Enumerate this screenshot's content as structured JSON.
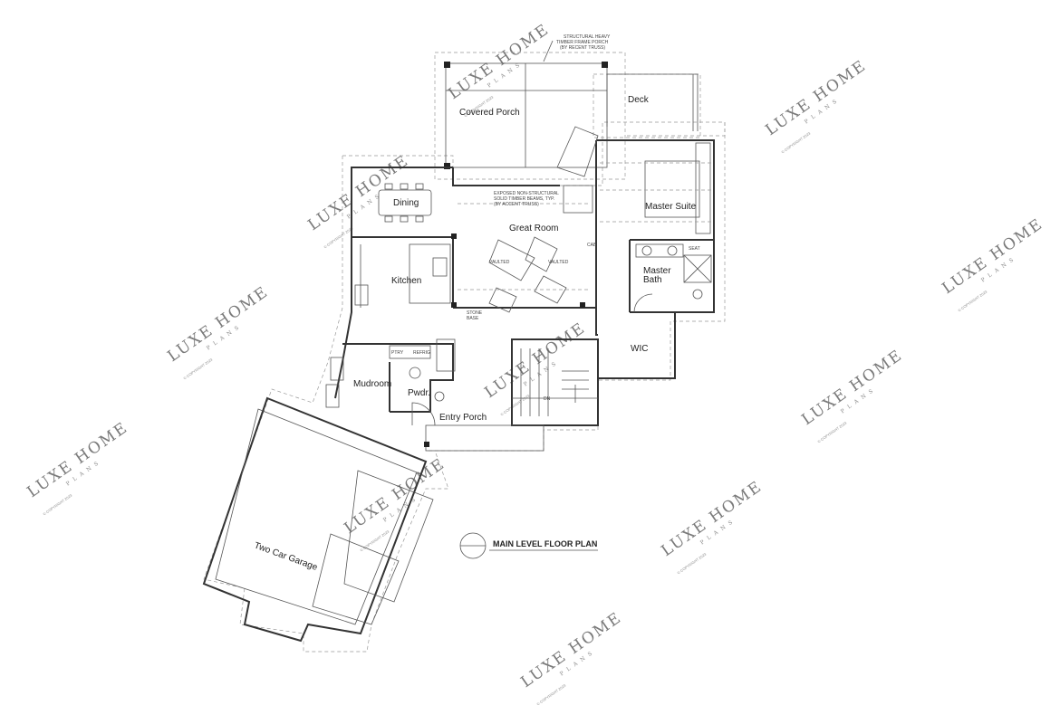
{
  "rooms": {
    "covered_porch": "Covered Porch",
    "deck": "Deck",
    "dining": "Dining",
    "great_room": "Great Room",
    "master_suite": "Master Suite",
    "kitchen": "Kitchen",
    "master_bath_1": "Master",
    "master_bath_2": "Bath",
    "wic": "WIC",
    "mudroom": "Mudroom",
    "pwdr": "Pwdr.",
    "entry_porch": "Entry Porch",
    "garage": "Two Car Garage"
  },
  "notes": {
    "porch_note_1": "STRUCTURAL HEAVY",
    "porch_note_2": "TIMBER FRAME PORCH",
    "porch_note_3": "(BY RECENT TRUSS)",
    "beam_note_1": "EXPOSED NON-STRUCTURAL",
    "beam_note_2": "SOLID TIMBER BEAMS, TYP.",
    "beam_note_3": "(BY ACCENT TRUSS)",
    "stone_base_1": "STONE",
    "stone_base_2": "BASE",
    "pantry": "PTRY",
    "refrig": "REFRIG",
    "vaulted_1": "VAULTED",
    "vaulted_2": "VAULTED",
    "seat": "SEAT",
    "dn": "DN",
    "cab": "CAB"
  },
  "title": "MAIN LEVEL FLOOR PLAN",
  "watermark": {
    "main": "LUXE HOME",
    "sub": "PLANS",
    "copyright": "© COPYRIGHT 2023"
  }
}
